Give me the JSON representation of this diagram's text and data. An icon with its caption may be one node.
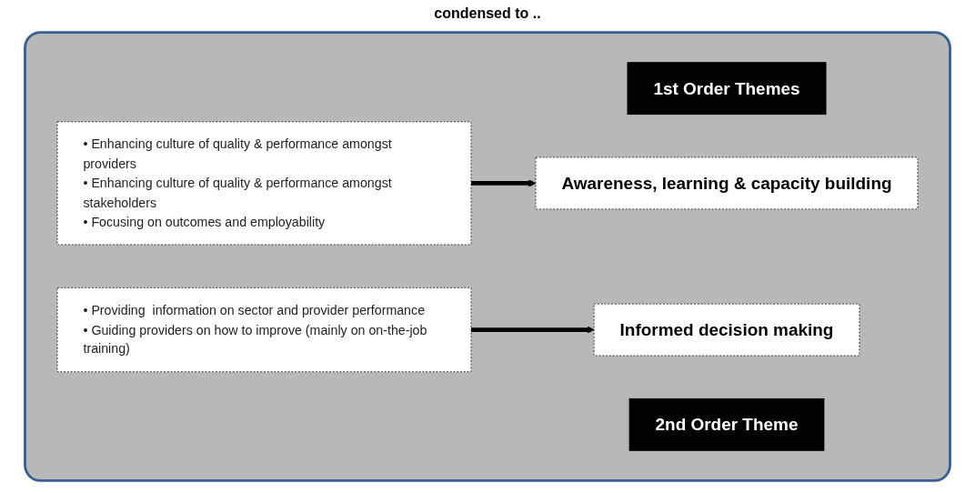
{
  "diagram": {
    "nodes": [
      {
        "text": [],
        "shape": "box"
      },
      {
        "text": [
          "1st Order Themes"
        ],
        "in": 0
      },
      {
        "text": [
          "2nd Order Theme"
        ],
        "in": 0
      },
      {
        "text": [
          "• Enhancing culture of quality & performance amongst providers",
          "• Enhancing culture of quality & performance amongst stakeholders",
          "• Focusing on outcomes and employability"
        ],
        "in": 0
      },
      {
        "text": [
          "Awareness, learning & capacity building"
        ],
        "in": 0
      },
      {
        "text": [
          "• Providing  information on sector and provider performance",
          "• Guiding providers on how to improve (mainly on on-the-job training)"
        ],
        "in": 0
      },
      {
        "text": [
          "Informed decision making"
        ],
        "in": 0
      }
    ],
    "edges": [
      {
        "from": 3,
        "to": 4,
        "arrow": "to"
      },
      {
        "from": 5,
        "to": 6,
        "arrow": "to"
      }
    ],
    "labels": [
      "condensed to .."
    ]
  }
}
